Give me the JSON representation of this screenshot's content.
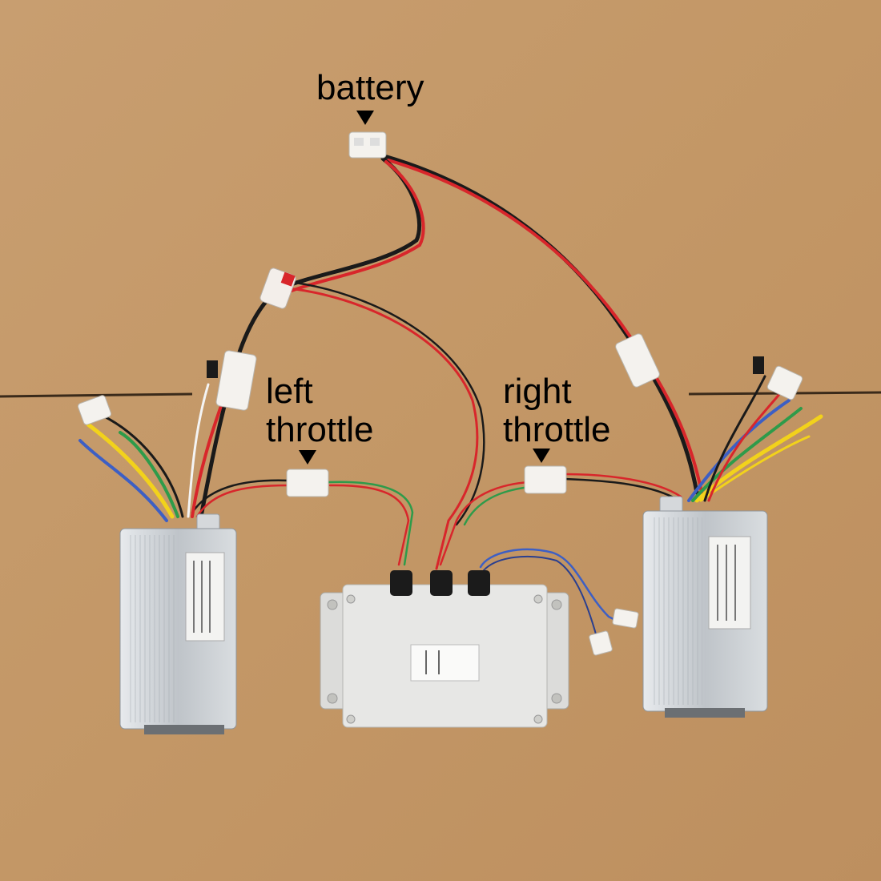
{
  "labels": {
    "battery": "battery",
    "left_throttle": "left\nthrottle",
    "right_throttle": "right\nthrottle"
  },
  "colors": {
    "cardboard": "#c59a6c",
    "label_text": "#000000",
    "aluminum": "#c9cdd1",
    "receiver_box": "#e4e4e2",
    "wire_red": "#d8262b",
    "wire_black": "#1a1a1a",
    "wire_yellow": "#f2d21b",
    "wire_green": "#2e9b4a",
    "wire_blue": "#3d5fc4"
  }
}
